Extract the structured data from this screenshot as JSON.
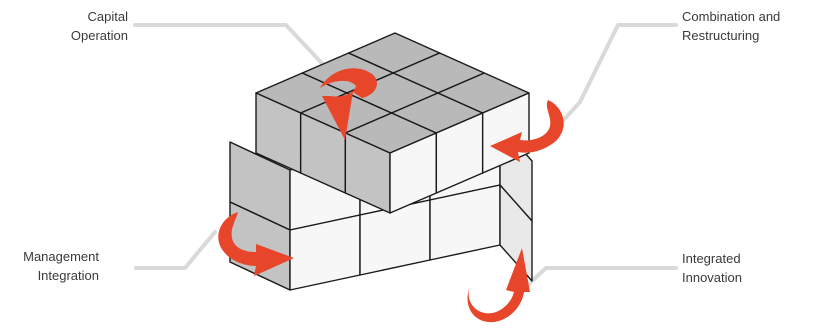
{
  "labels": {
    "top_left": {
      "line1": "Capital",
      "line2": "Operation"
    },
    "top_right": {
      "line1": "Combination and",
      "line2": "Restructuring"
    },
    "bottom_left": {
      "line1": "Management",
      "line2": "Integration"
    },
    "bottom_right": {
      "line1": "Integrated",
      "line2": "Innovation"
    }
  },
  "colors": {
    "connector": "#d9d9d9",
    "arrow": "#e8462a",
    "cube_edge": "#1a1a1a",
    "face_top": "#b9b9b9",
    "face_left": "#c3c3c3",
    "face_front": "#f7f7f7",
    "face_right": "#e9e9e9",
    "label_text": "#3a3a3a"
  },
  "icons": [
    "rotate-arrow-icon"
  ]
}
